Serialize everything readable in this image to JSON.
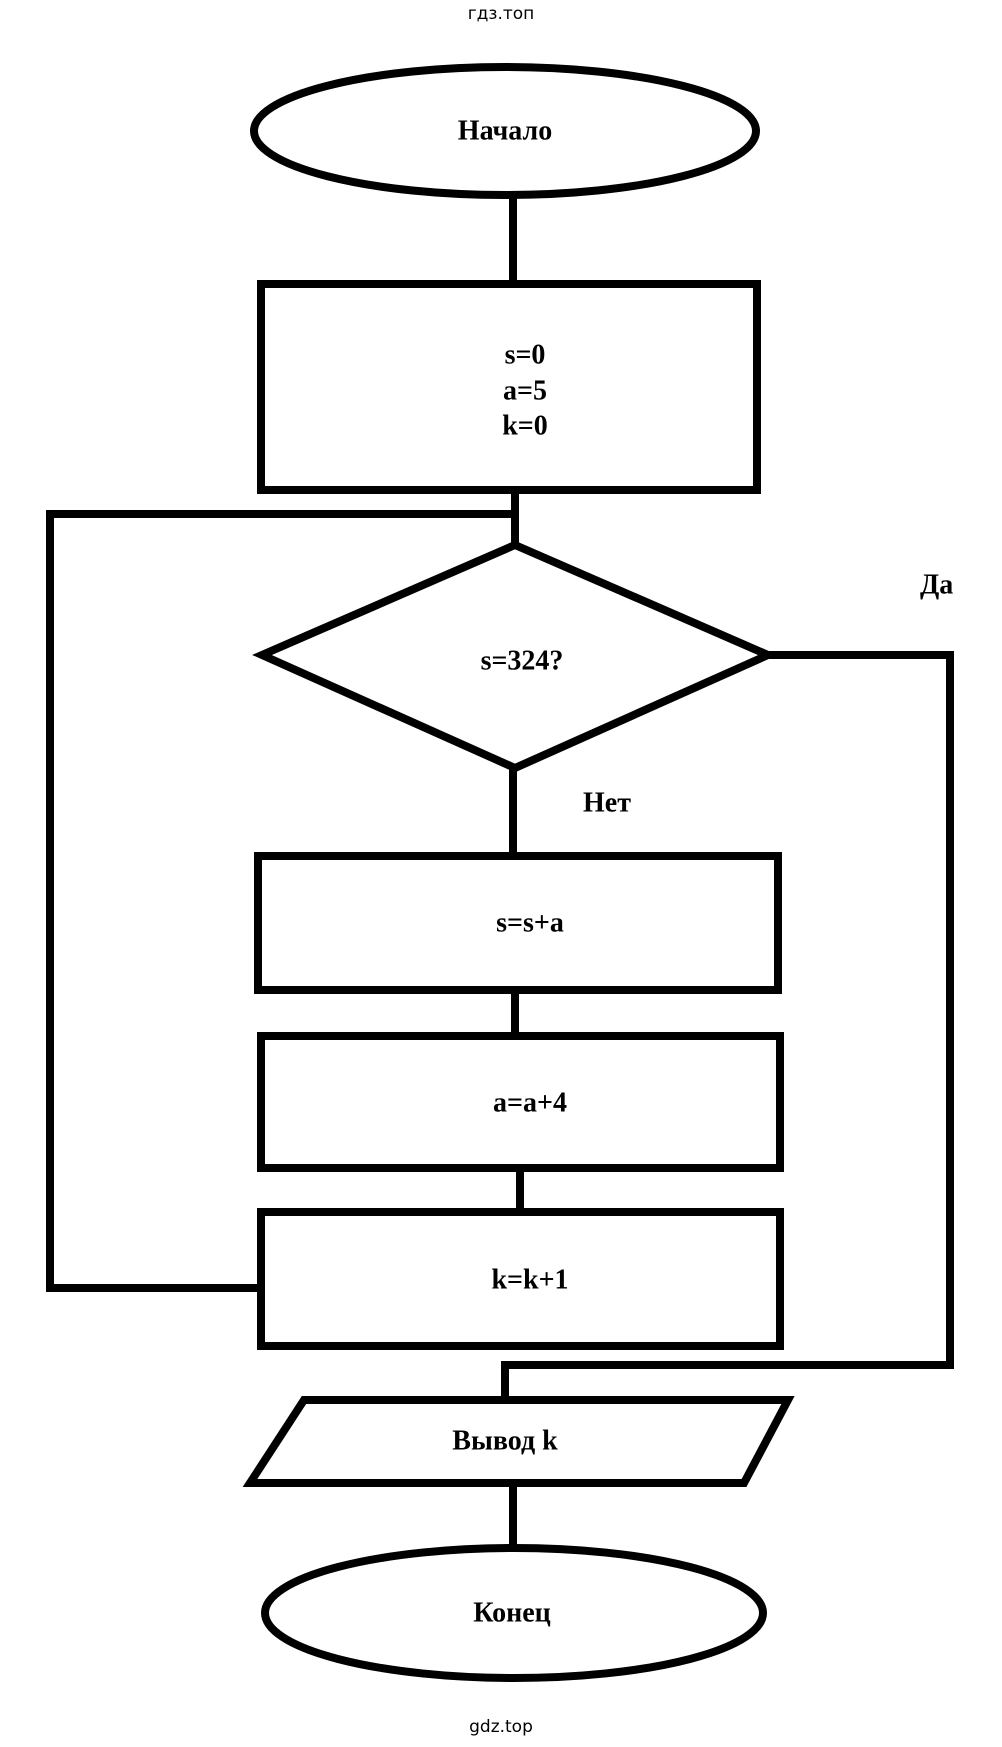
{
  "watermark": {
    "top": "гдз.топ",
    "bottom": "gdz.top"
  },
  "flowchart": {
    "start": "Начало",
    "init": [
      "s=0",
      "a=5",
      "k=0"
    ],
    "condition": "s=324?",
    "yes_label": "Да",
    "no_label": "Нет",
    "step_add": "s=s+a",
    "step_inc_a": "a=a+4",
    "step_inc_k": "k=k+1",
    "output": "Вывод k",
    "end": "Конец"
  }
}
